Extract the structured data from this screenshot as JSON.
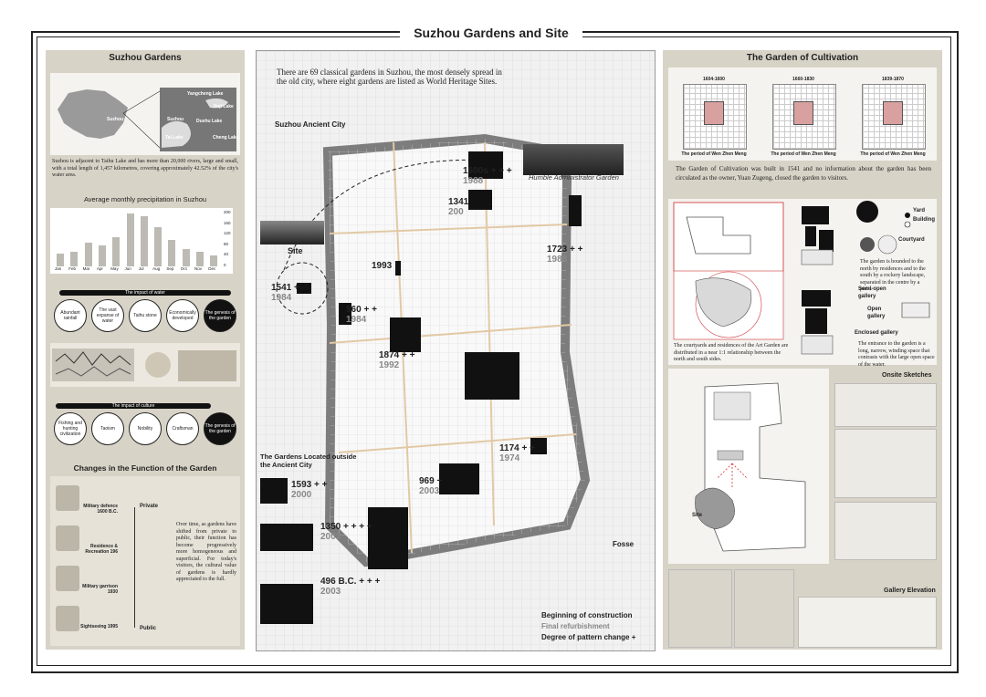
{
  "title": "Suzhou Gardens and Site",
  "left": {
    "gardens_title": "Suzhou Gardens",
    "map_labels": {
      "china_city": "Suzhou",
      "yangcheng": "Yangcheng Lake",
      "suzhou2": "Suzhou",
      "dushu": "Dushu Lake",
      "tai": "Tai Lake",
      "chenghu": "Cheng Lake",
      "jinji": "Jinji Lake"
    },
    "intro": "Suzhou is adjacent to Taihu Lake and has more than 20,000 rivers, large and small, with a total length of 1,457 kilometres, covering approximately 42.52% of the city's water area.",
    "precip_title": "Average monthly precipitation in Suzhou",
    "precip": {
      "months": [
        "Jan",
        "Feb",
        "Mar",
        "Apr",
        "May",
        "Jun",
        "Jul",
        "Aug",
        "Sep",
        "Oct",
        "Nov",
        "Dec"
      ],
      "values": [
        50,
        55,
        88,
        80,
        110,
        200,
        190,
        150,
        100,
        65,
        55,
        40
      ],
      "ticks": [
        "200",
        "160",
        "120",
        "80",
        "40",
        "0"
      ]
    },
    "water_title": "The impact of water",
    "water_items": [
      "Abundant rainfall",
      "The vast expanse of water",
      "Taihu stone",
      "Economically developed",
      "The genesis of the garden"
    ],
    "culture_title": "The impact of culture",
    "culture_items": [
      "Fishing and hunting civilization",
      "Taoism",
      "Nobility",
      "Craftsman",
      "The genesis of the garden"
    ],
    "func_title": "Changes in the Function of the Garden",
    "func_items": [
      {
        "label": "Military defence 1600 B.C."
      },
      {
        "label": "Residence & Recreation 196"
      },
      {
        "label": "Military garrison 1930"
      },
      {
        "label": "Sightseeing 1995"
      }
    ],
    "private": "Private",
    "public": "Public",
    "func_text": "Over time, as gardens have shifted from private to public, their function has become progressively more homogeneous and superficial. For today's visitors, the cultural value of gardens is hardly appreciated to the full."
  },
  "center": {
    "intro": "There are 69 classical gardens in Suzhou, the most densely spread in the old city, where eight gardens are listed as World Heritage Sites.",
    "ancient_city": "Suzhou Ancient City",
    "site": "Site",
    "humble": "Humble Administrator Garden",
    "outside": "The Gardens Located outside the Ancient City",
    "fosse": "Fosse",
    "legend": {
      "beginning": "Beginning of construction",
      "final": "Final refurbishment",
      "degree": "Degree of pattern change +"
    },
    "gardens": [
      {
        "y1": "1600s",
        "y2": "1988",
        "plus": "+ + +"
      },
      {
        "y1": "1341",
        "y2": "200",
        "plus": ""
      },
      {
        "y1": "1723",
        "y2": "1988",
        "plus": "+ +"
      },
      {
        "y1": "1993",
        "y2": "",
        "plus": ""
      },
      {
        "y1": "1541",
        "y2": "1984",
        "plus": "+"
      },
      {
        "y1": "960",
        "y2": "1984",
        "plus": "+ +"
      },
      {
        "y1": "1874",
        "y2": "1992",
        "plus": "+ +"
      },
      {
        "y1": "1174",
        "y2": "1974",
        "plus": "+ +"
      },
      {
        "y1": "969",
        "y2": "2003",
        "plus": "+"
      },
      {
        "y1": "1593",
        "y2": "2000",
        "plus": "+ +"
      },
      {
        "y1": "1350",
        "y2": "2003",
        "plus": "+ + + +"
      },
      {
        "y1": "496 B.C.",
        "y2": "2003",
        "plus": "+ + +"
      }
    ]
  },
  "right": {
    "cultivation_title": "The Garden of Cultivation",
    "periods": [
      {
        "range": "1604-1600",
        "caption": "The period of Wen Zhen Meng"
      },
      {
        "range": "1660-1830",
        "caption": "The period of Wen Zhen Meng"
      },
      {
        "range": "1839-1870",
        "caption": "The period of Wen Zhen Meng"
      }
    ],
    "cultivation_text": "The Garden of Cultivation was built in 1541 and no information about the garden has been circulated as the owner, Yuan Zugeng, closed the garden to visitors.",
    "legend": {
      "yard": "Yard",
      "building": "Building",
      "courtyard": "Courtyard"
    },
    "gallery_types": {
      "semi": "Semi-open gallery",
      "open": "Open gallery",
      "enclosed": "Enclosed gallery"
    },
    "text_a": "The garden is bounded to the north by residences and to the south by a rockery landscape, separated in the centre by a pond.",
    "text_b": "The courtyards and residences of the Art Garden are distributed in a near 1:1 relationship between the north and south sides.",
    "text_c": "The entrance to the garden is a long, narrow, winding space that contrasts with the large open space of the water.",
    "onsite": "Onsite Sketches",
    "site_label": "Site",
    "gallery_elev": "Gallery Elevation"
  }
}
